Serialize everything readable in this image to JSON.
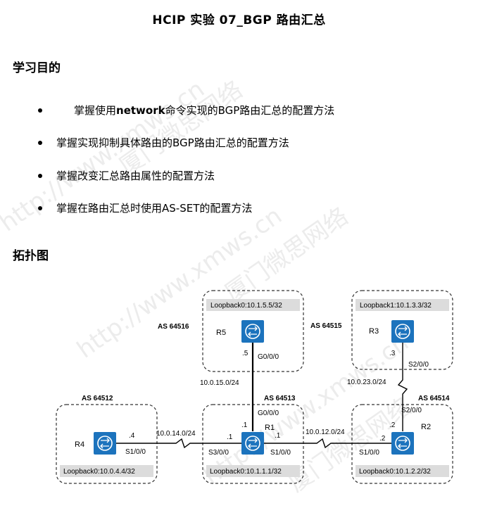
{
  "title": "HCIP 实验 07_BGP 路由汇总",
  "section_objectives": "学习目的",
  "objectives": [
    {
      "pre": "掌握使用",
      "kw": "network",
      "post": "命令实现的BGP路由汇总的配置方法"
    },
    {
      "pre": "掌握实现抑制具体路由的BGP路由汇总的配置方法",
      "kw": "",
      "post": ""
    },
    {
      "pre": "掌握改变汇总路由属性的配置方法",
      "kw": "",
      "post": ""
    },
    {
      "pre": "掌握在路由汇总时使用AS-SET的配置方法",
      "kw": "",
      "post": ""
    }
  ],
  "section_topology": "拓扑图",
  "watermark": [
    "厦门微思网络",
    "http://www.xmws.cn"
  ],
  "topology": {
    "routers": {
      "r1": {
        "name": "R1",
        "as": "AS 64513",
        "loopback": "Loopback0:10.1.1.1/32"
      },
      "r2": {
        "name": "R2",
        "as": "AS 64514",
        "loopback": "Loopback0:10.1.2.2/32"
      },
      "r3": {
        "name": "R3",
        "as": "AS 64515",
        "loopback": "Loopback1:10.1.3.3/32"
      },
      "r4": {
        "name": "R4",
        "as": "AS 64512",
        "loopback": "Loopback0:10.0.4.4/32"
      },
      "r5": {
        "name": "R5",
        "as": "AS 64516",
        "loopback": "Loopback0:10.1.5.5/32"
      }
    },
    "links": {
      "r5_r1": {
        "net": "10.0.15.0/24",
        "r5_if": "G0/0/0",
        "r5_ip": ".5",
        "r1_if": "G0/0/0",
        "r1_ip": ".1"
      },
      "r4_r1": {
        "net": "10.0.14.0/24",
        "r4_if": "S1/0/0",
        "r4_ip": ".4",
        "r1_if": "S3/0/0",
        "r1_ip": ".1"
      },
      "r1_r2": {
        "net": "10.0.12.0/24",
        "r1_if": "S1/0/0",
        "r1_ip": ".1",
        "r2_if": "S1/0/0",
        "r2_ip": ".2"
      },
      "r3_r2": {
        "net": "10.0.23.0/24",
        "r3_if": "S2/0/0",
        "r3_ip": ".3",
        "r2_if": "S2/0/0",
        "r2_ip": ".2"
      }
    },
    "colors": {
      "router": "#1c73bd",
      "loopback_bar": "#dcdcdc",
      "box_border": "#333333"
    }
  }
}
